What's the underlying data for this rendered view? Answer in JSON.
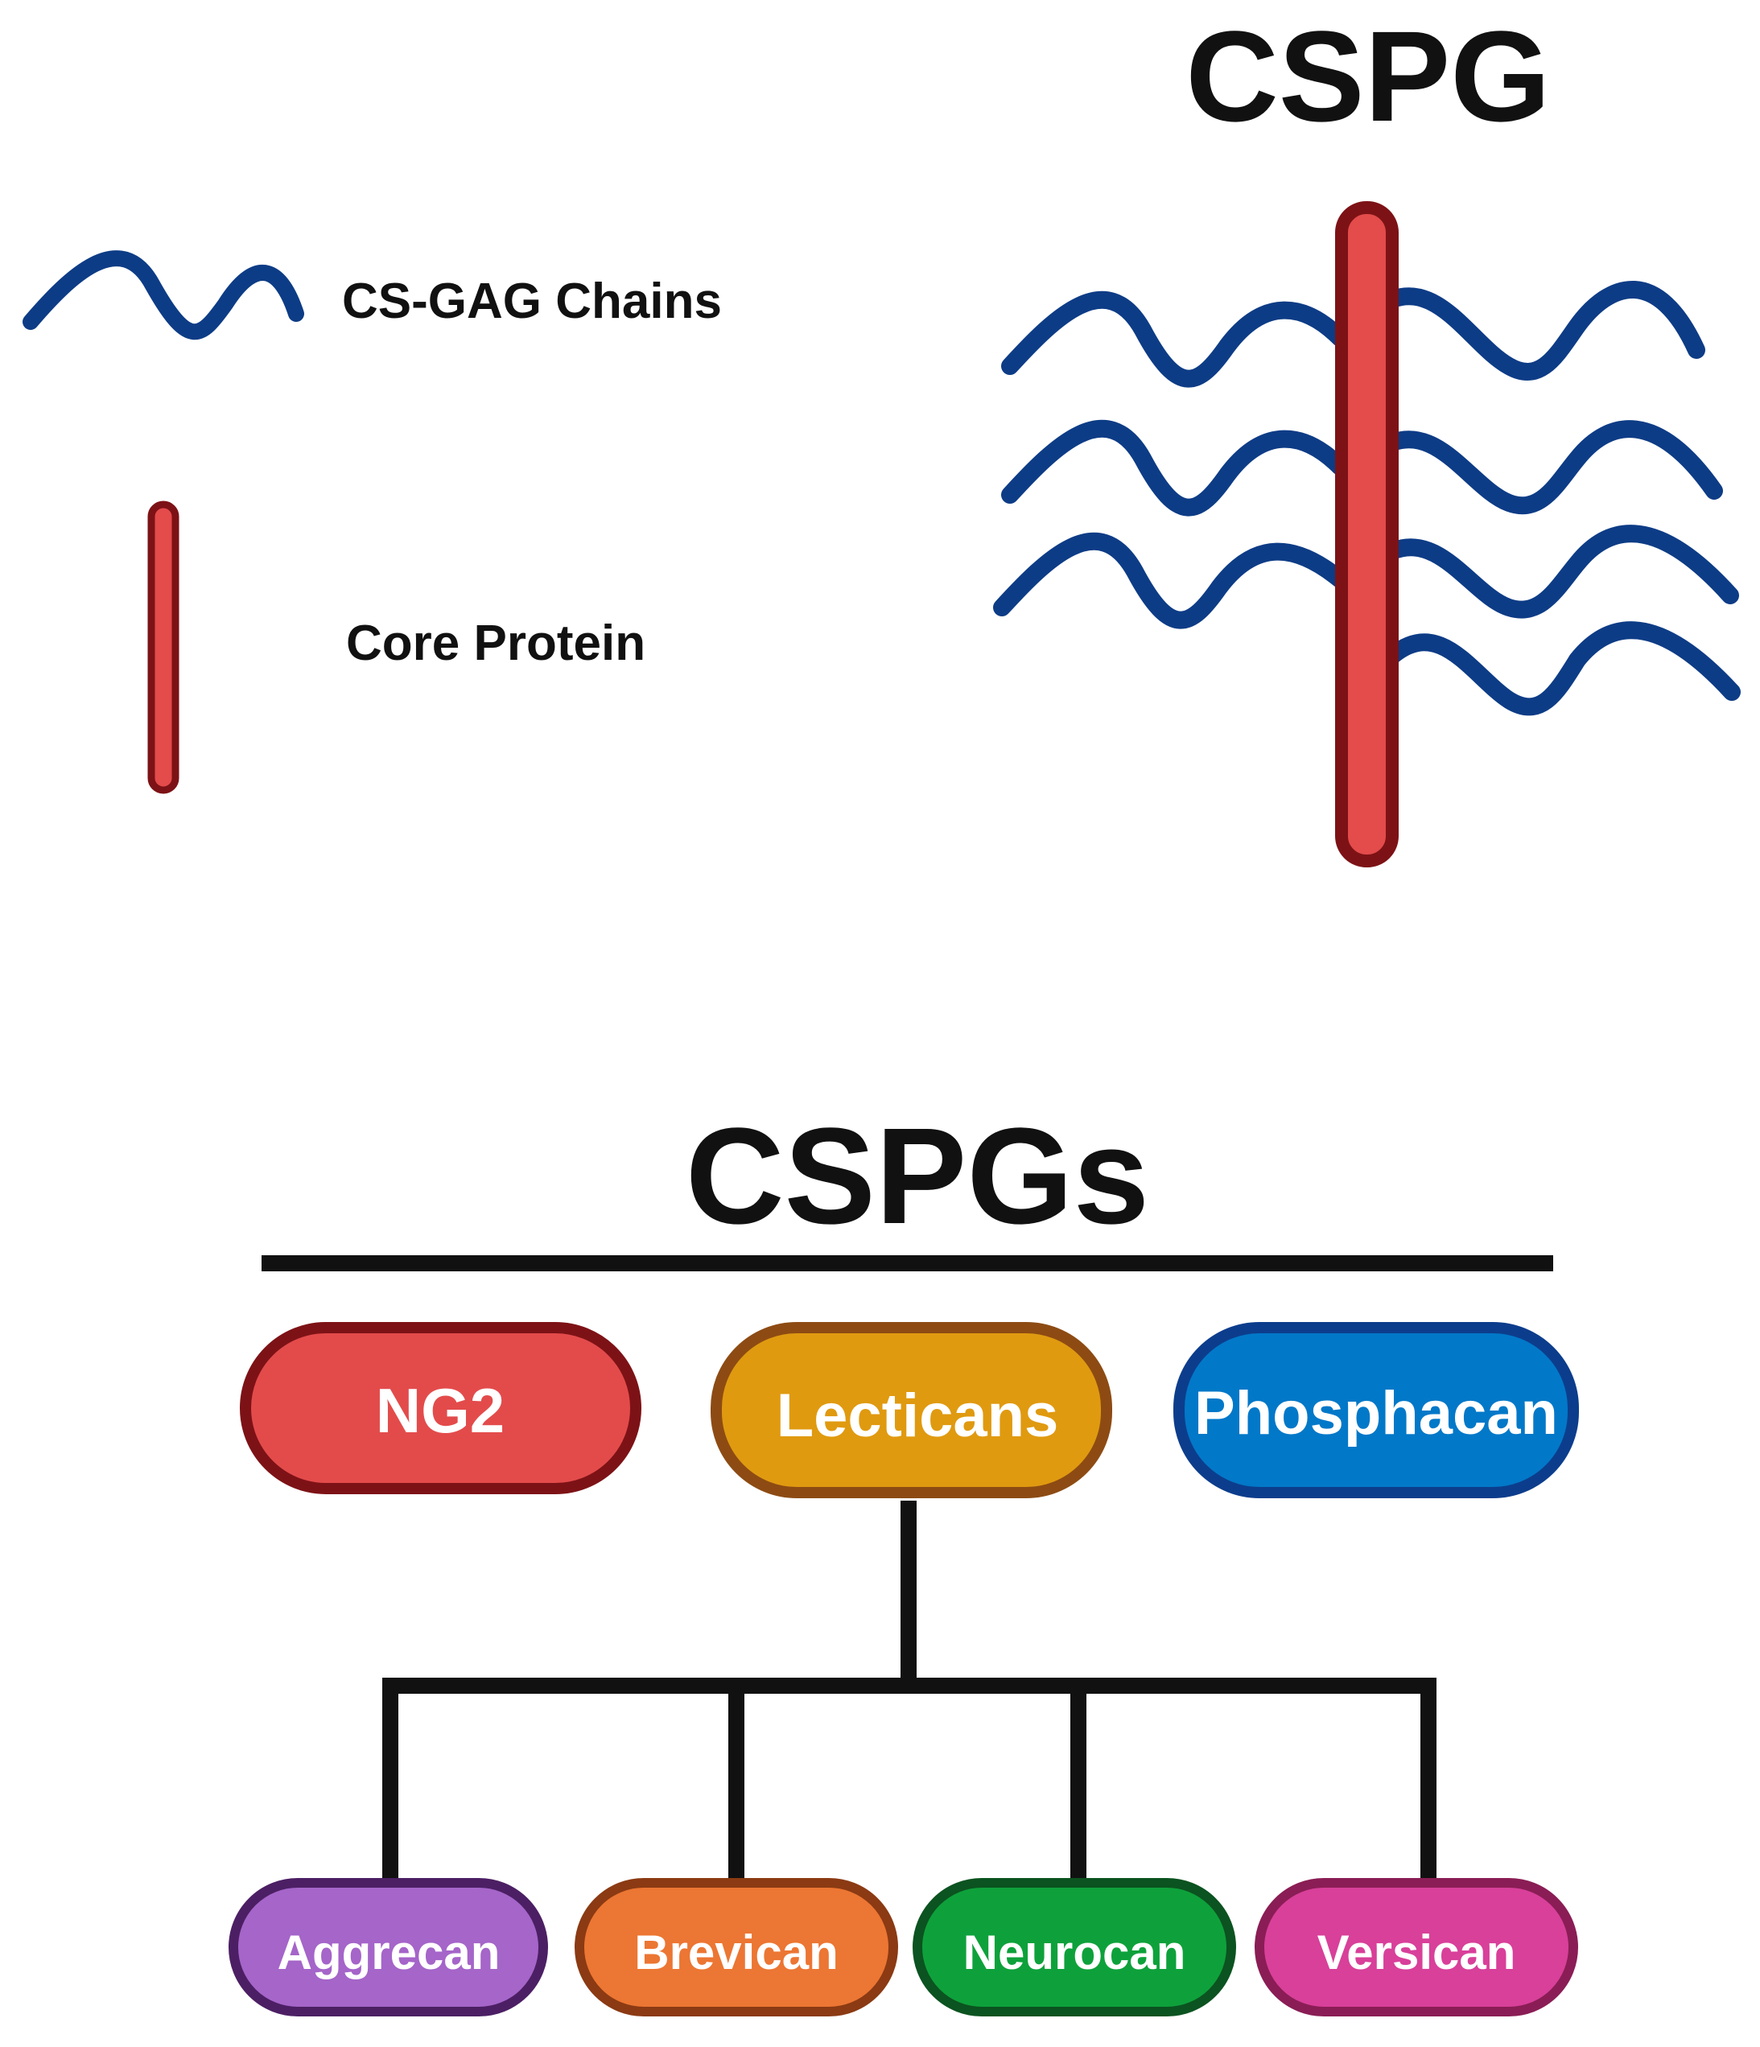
{
  "legend": {
    "gag_label": "CS-GAG Chains",
    "core_label": "Core Protein"
  },
  "molecule": {
    "title": "CSPG"
  },
  "hierarchy": {
    "title": "CSPGs",
    "families": [
      {
        "label": "NG2",
        "fill": "#e34b4b",
        "stroke": "#7d1216"
      },
      {
        "label": "Lecticans",
        "fill": "#e09a10",
        "stroke": "#8d4b13"
      },
      {
        "label": "Phosphacan",
        "fill": "#0278c8",
        "stroke": "#0c3d8c"
      }
    ],
    "lecticans": [
      {
        "label": "Aggrecan",
        "fill": "#a565c9",
        "stroke": "#4c1f64"
      },
      {
        "label": "Brevican",
        "fill": "#ec7633",
        "stroke": "#8b3a13"
      },
      {
        "label": "Neurocan",
        "fill": "#0ea13b",
        "stroke": "#0b5320"
      },
      {
        "label": "Versican",
        "fill": "#d8409a",
        "stroke": "#8a1d55"
      }
    ]
  },
  "colors": {
    "gag_chain": "#0d3c86",
    "core_fill": "#e44b4b",
    "core_stroke": "#7d1216",
    "line": "#111111"
  }
}
